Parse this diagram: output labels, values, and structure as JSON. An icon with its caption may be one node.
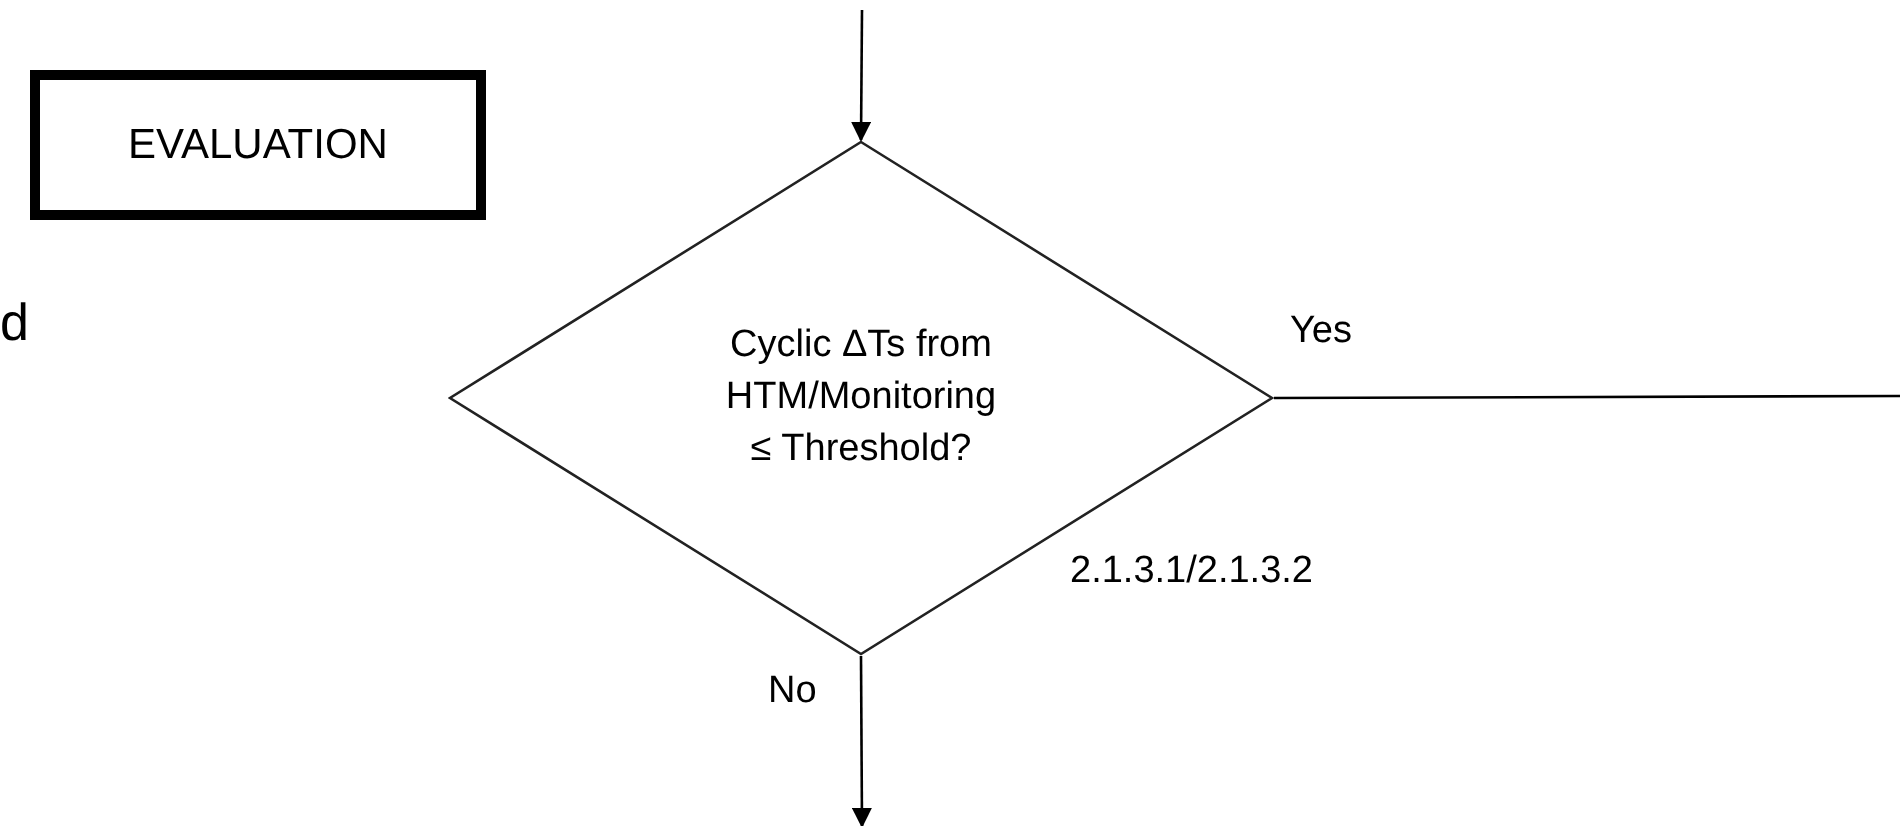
{
  "diagram": {
    "nodes": [
      {
        "text": [
          "EVALUATION"
        ]
      },
      {
        "text": [
          "Cyclic ΔTs from HTM/Monitoring ≤ Threshold?"
        ],
        "beside": [
          "2.1.3.1/2.1.3.2"
        ]
      }
    ],
    "edges": [
      {
        "from": null,
        "to": 1,
        "arrow": "to"
      },
      {
        "from": 1,
        "to": null,
        "label": "Yes",
        "arrow": "none"
      },
      {
        "from": 1,
        "to": null,
        "label": "No",
        "arrow": "to"
      }
    ],
    "labels": [
      "d"
    ]
  }
}
